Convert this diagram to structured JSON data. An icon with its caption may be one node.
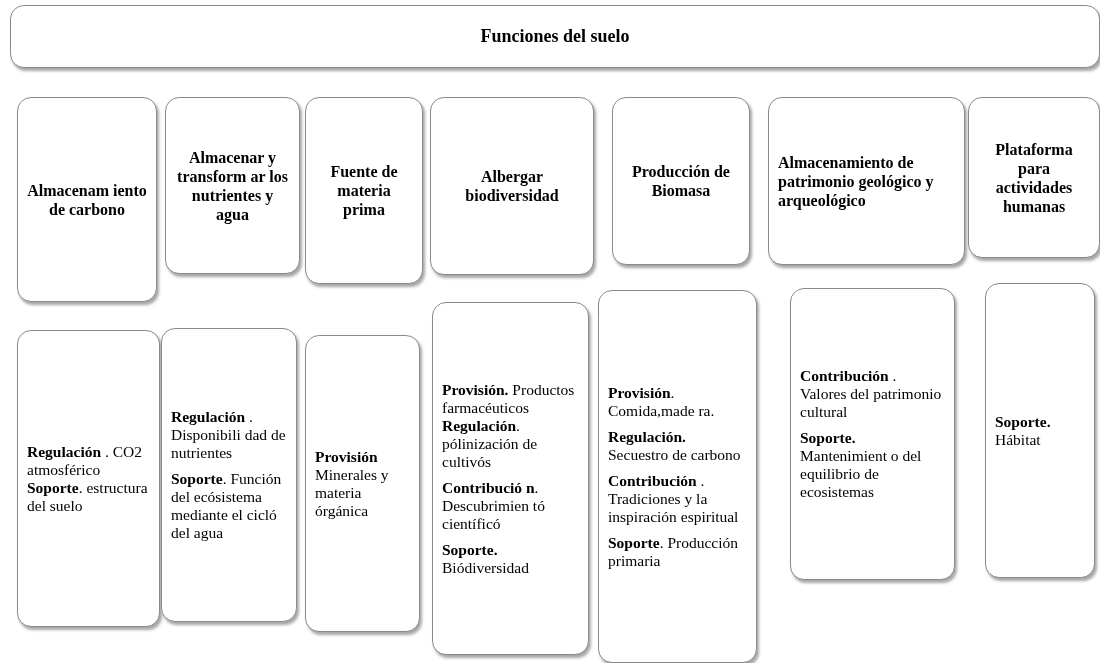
{
  "diagram": {
    "nodes": [
      {
        "text": [
          "Funciones del suelo"
        ]
      },
      {
        "text": [
          "Almacenam iento de carbono"
        ]
      },
      {
        "text": [
          "Almacenar y transform ar los nutrientes y agua"
        ]
      },
      {
        "text": [
          "Fuente de materia prima"
        ]
      },
      {
        "text": [
          "Albergar biodiversidad"
        ]
      },
      {
        "text": [
          "Producción de Biomasa"
        ]
      },
      {
        "text": [
          "Almacenamiento de patrimonio geológico y arqueológico"
        ]
      },
      {
        "text": [
          "Plataforma para actividades humanas"
        ]
      },
      {
        "text": [
          "**Regulación** . CO2 atmosférico **Soporte**. estructura del suelo"
        ]
      },
      {
        "text": [
          "**Regulación** . Disponibili dad de nutrientes",
          "**Soporte**. Función del ecósistema mediante el cicló del agua"
        ]
      },
      {
        "text": [
          "**Provisión** Minerales y materia órgánica"
        ]
      },
      {
        "text": [
          "**Provisión.** Productos farmacéuticos **Regulación**. pólinización de cultivós",
          "**Contribució n**. Descubrimien tó científicó",
          "**Soporte.** Biódiversidad"
        ]
      },
      {
        "text": [
          "**Provisión**. Comida,made ra.",
          "**Regulación.** Secuestro de carbono",
          "**Contribución** . Tradiciones y la inspiración espiritual",
          "**Soporte**. Producción primaria"
        ]
      },
      {
        "text": [
          "**Contribución** . Valores del patrimonio cultural",
          "**Soporte.** Mantenimient o del equilibrio de ecosistemas"
        ]
      },
      {
        "text": [
          "**Soporte.** Hábitat"
        ]
      }
    ]
  }
}
